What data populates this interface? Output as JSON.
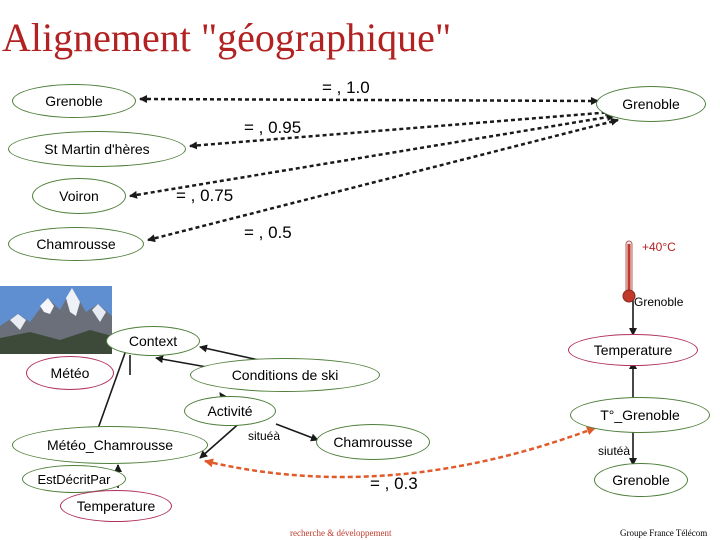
{
  "title": "Alignement \"géographique\"",
  "top": {
    "nodes": {
      "grenoble_left": "Grenoble",
      "grenoble_right": "Grenoble",
      "st_martin": "St Martin d'hères",
      "voiron": "Voiron",
      "chamrousse": "Chamrousse"
    },
    "scores": {
      "grenoble": "= , 1.0",
      "st_martin": "= , 0.95",
      "voiron": "= , 0.75",
      "chamrousse": "= , 0.5"
    }
  },
  "thermometer": {
    "reading": "+40°C",
    "location": "Grenoble"
  },
  "left_graph": {
    "context": "Context",
    "meteo": "Météo",
    "conditions": "Conditions de ski",
    "activite": "Activité",
    "meteo_chamrousse": "Météo_Chamrousse",
    "chamrousse": "Chamrousse",
    "situe": "situéà",
    "est_decrit_par": "EstDécritPar",
    "temperature": "Temperature"
  },
  "right_graph": {
    "temperature": "Temperature",
    "t_grenoble": "T°_Grenoble",
    "situe": "siutéà",
    "grenoble": "Grenoble"
  },
  "bottom_score": "= , 0.3",
  "footer": {
    "center": "recherche & développement",
    "right": "Groupe France Télécom"
  },
  "colors": {
    "title": "#b22222",
    "green_border": "#4f7f3a",
    "red_border": "#b03060",
    "footer_center": "#c0392b",
    "footer_right": "#000000"
  }
}
